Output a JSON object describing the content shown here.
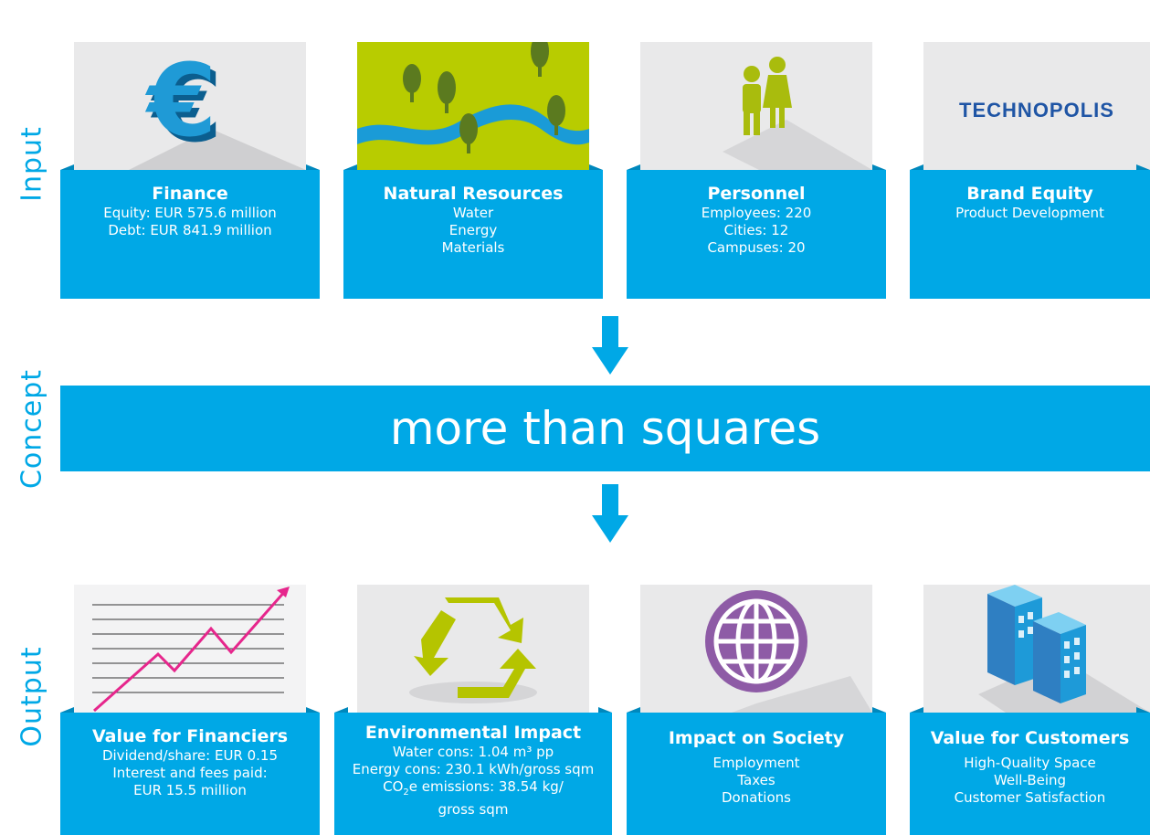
{
  "rows": {
    "input_label": "Input",
    "concept_label": "Concept",
    "output_label": "Output"
  },
  "concept": {
    "text": "more than squares"
  },
  "inputs": [
    {
      "title": "Finance",
      "lines": [
        "Equity: EUR 575.6 million",
        "Debt: EUR 841.9 million"
      ],
      "icon": "euro-sign-icon"
    },
    {
      "title": "Natural Resources",
      "lines": [
        "Water",
        "Energy",
        "Materials"
      ],
      "icon": "river-landscape-icon"
    },
    {
      "title": "Personnel",
      "lines": [
        "Employees: 220",
        "Cities: 12",
        "Campuses: 20"
      ],
      "icon": "people-icon"
    },
    {
      "title": "Brand Equity",
      "lines": [
        "Product Development"
      ],
      "icon": "technopolis-logo",
      "logo_text": "TECHNOPOLIS"
    }
  ],
  "outputs": [
    {
      "title": "Value for Financiers",
      "lines": [
        "Dividend/share: EUR 0.15",
        "Interest and fees paid:",
        "EUR 15.5 million"
      ],
      "icon": "line-chart-icon"
    },
    {
      "title": "Environmental Impact",
      "lines": [
        "Water cons: 1.04 m³ pp",
        "Energy cons: 230.1 kWh/gross sqm"
      ],
      "co2": {
        "pre": "CO",
        "sub": "2",
        "post": "e emissions: 38.54 kg/"
      },
      "last_line": "gross sqm",
      "icon": "recycle-icon"
    },
    {
      "title": "Impact on Society",
      "lines": [
        "Employment",
        "Taxes",
        "Donations"
      ],
      "icon": "globe-icon"
    },
    {
      "title": "Value for Customers",
      "lines": [
        "High-Quality Space",
        "Well-Being",
        "Customer Satisfaction"
      ],
      "icon": "buildings-icon"
    }
  ],
  "colors": {
    "brand_blue": "#00a8e6",
    "panel_grey": "#e9e9ea",
    "logo_blue": "#1f55a5",
    "chart_pink": "#e6268c",
    "globe_purple": "#8e5ba6",
    "recycle_green": "#b5c400"
  }
}
